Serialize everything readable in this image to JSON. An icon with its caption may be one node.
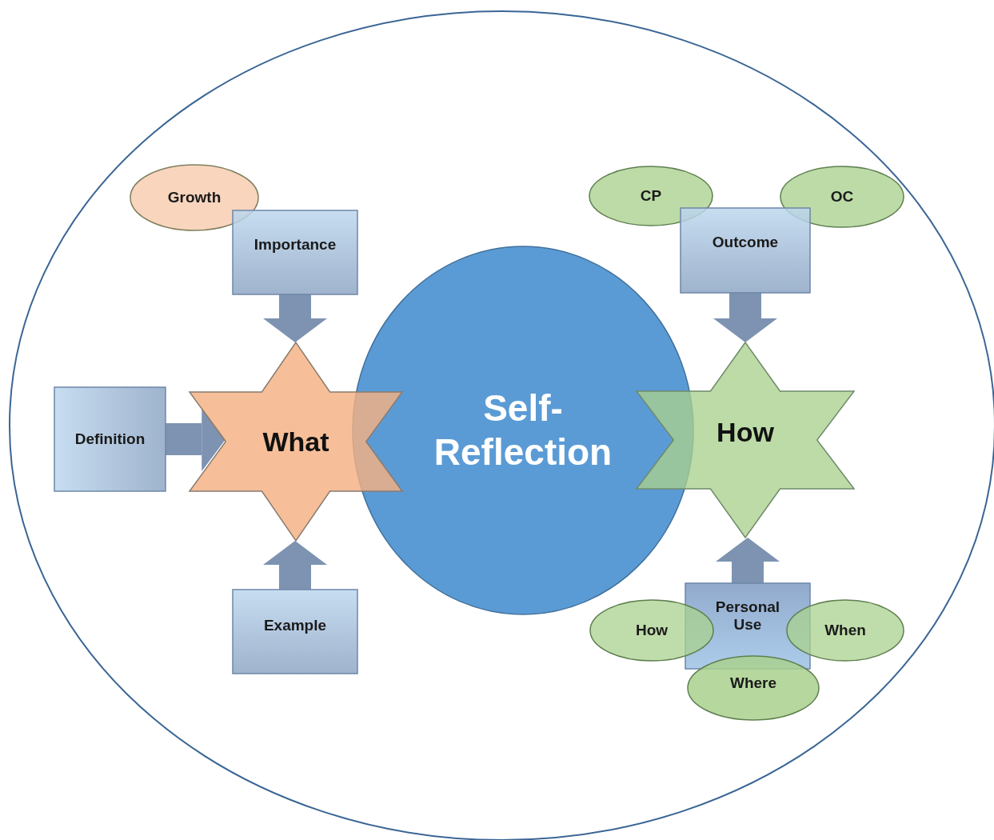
{
  "diagram": {
    "nodes": [
      {
        "text": [],
        "shape": "circle"
      },
      {
        "text": [
          "Self- Reflection"
        ],
        "in": 0
      },
      {
        "text": [
          "What"
        ],
        "in": 0
      },
      {
        "text": [
          "How"
        ],
        "in": 0
      },
      {
        "text": [
          "Growth"
        ],
        "in": 0
      },
      {
        "text": [
          "Importance"
        ],
        "in": 0
      },
      {
        "text": [
          "Definition"
        ],
        "in": 0
      },
      {
        "text": [
          "Example"
        ],
        "in": 0
      },
      {
        "text": [
          "CP"
        ],
        "in": 0
      },
      {
        "text": [
          "OC"
        ],
        "in": 0
      },
      {
        "text": [
          "Outcome"
        ],
        "in": 0
      },
      {
        "text": [
          "Personal Use"
        ],
        "in": 0
      },
      {
        "text": [
          "How"
        ],
        "in": 0
      },
      {
        "text": [
          "When"
        ],
        "in": 0
      },
      {
        "text": [
          "Where"
        ],
        "in": 0
      }
    ],
    "edges": [
      {
        "from": 5,
        "to": 2,
        "arrow": "to"
      },
      {
        "from": 6,
        "to": 2,
        "arrow": "to"
      },
      {
        "from": 7,
        "to": 2,
        "arrow": "to"
      },
      {
        "from": 10,
        "to": 3,
        "arrow": "to"
      },
      {
        "from": 11,
        "to": 3,
        "arrow": "to"
      }
    ]
  }
}
